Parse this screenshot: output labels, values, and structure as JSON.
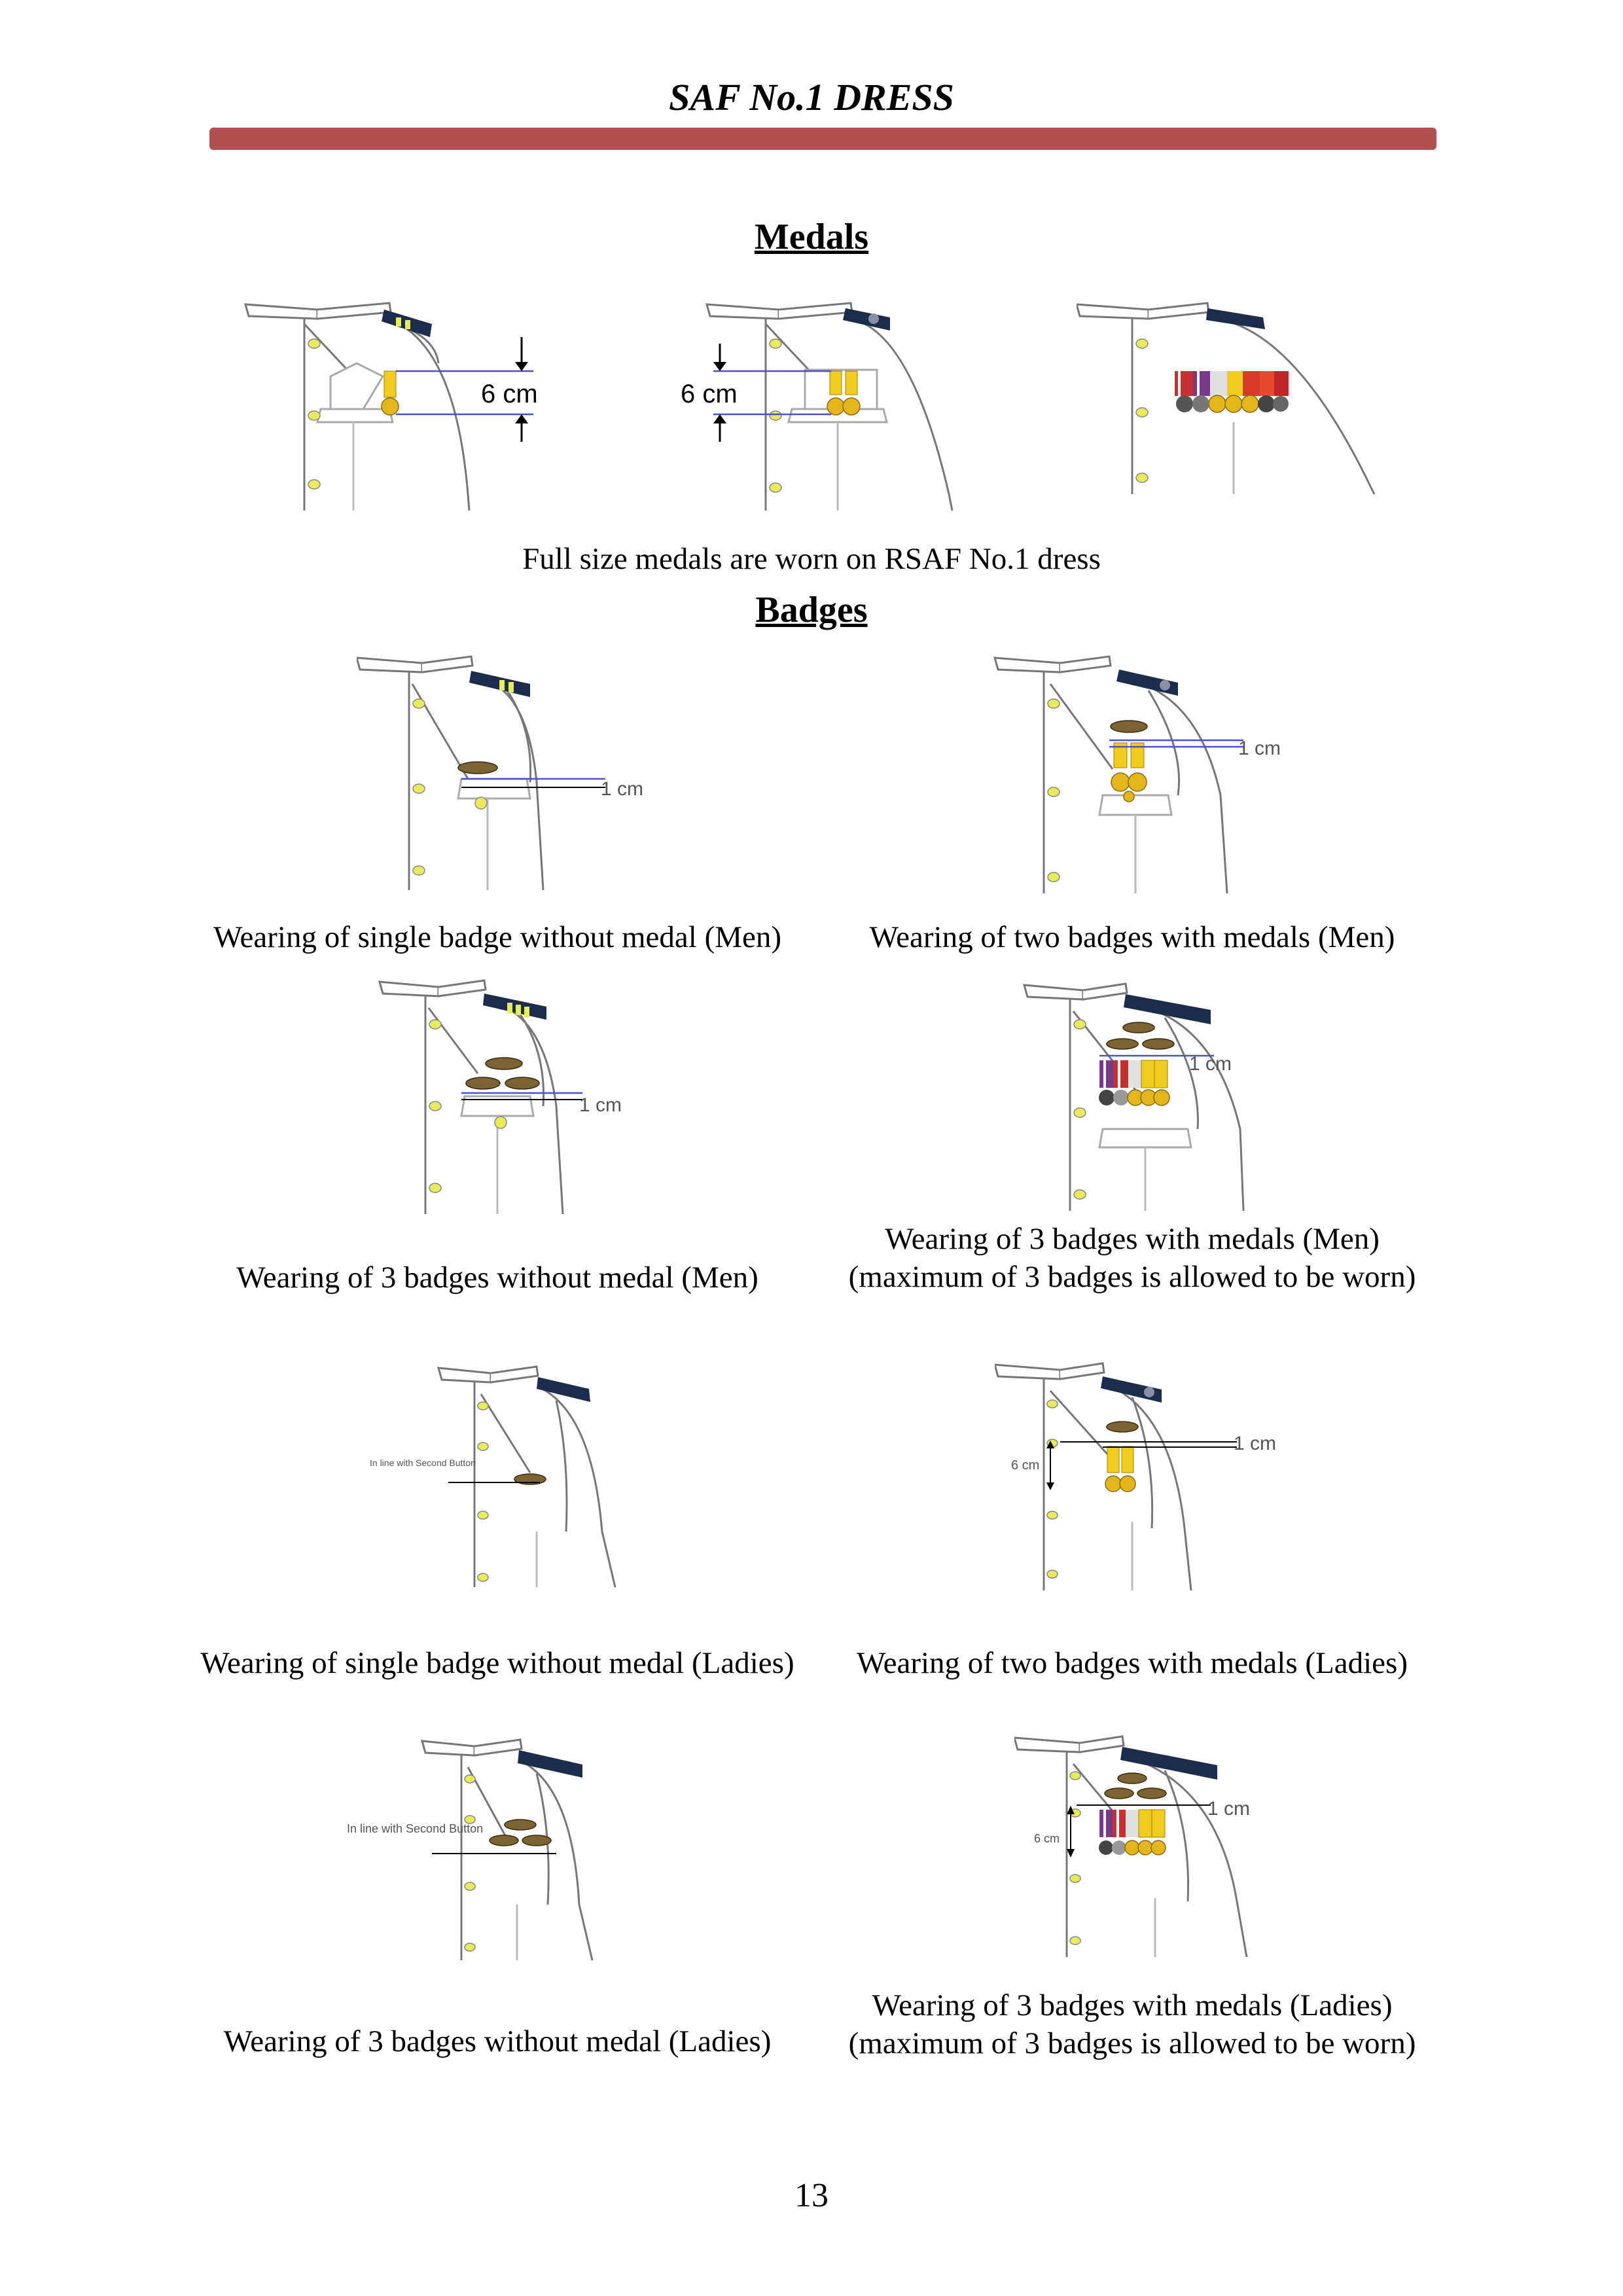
{
  "header": {
    "title": "SAF No.1 DRESS",
    "rule_color": "#b05050"
  },
  "colors": {
    "epaulette": "#1d2c4c",
    "button": "#e9ec5a",
    "medal_ribbon": "#f0cc1c",
    "medal_disc": "#e2b61c",
    "badge": "#7a6434",
    "measure_line": "#4a50c8"
  },
  "medals": {
    "heading": "Medals",
    "measurement_label": "6 cm",
    "caption": "Full size medals are worn on RSAF No.1 dress"
  },
  "badges": {
    "heading": "Badges",
    "items": [
      {
        "caption": "Wearing of single badge without medal (Men)",
        "label": "1 cm"
      },
      {
        "caption": "Wearing of two badges with medals (Men)",
        "label": "1 cm"
      },
      {
        "caption": "Wearing of 3 badges without medal (Men)",
        "label": "1 cm"
      },
      {
        "caption": "Wearing of 3 badges with medals (Men)(maximum of 3 badges is allowed to be worn)",
        "label": "1 cm"
      },
      {
        "caption": "Wearing of single badge without medal (Ladies)",
        "label": "In line with Second Button"
      },
      {
        "caption": "Wearing of two badges with medals (Ladies)",
        "label": "1 cm",
        "label2": "6 cm"
      },
      {
        "caption": "Wearing of 3 badges without medal (Ladies)",
        "label": "In line with Second Button"
      },
      {
        "caption": "Wearing of 3 badges with medals (Ladies) (maximum of 3 badges is allowed to be worn)",
        "label": "1 cm",
        "label2": "6 cm"
      }
    ]
  },
  "page_number": "13"
}
